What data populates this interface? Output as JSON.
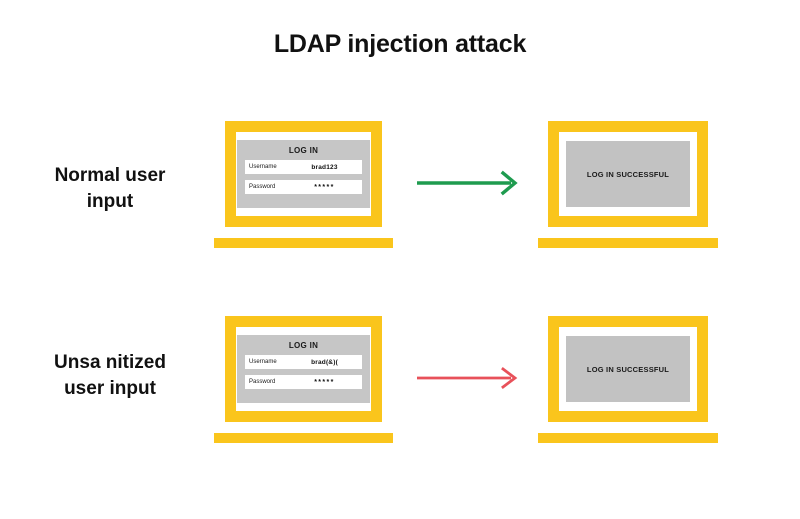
{
  "page": {
    "title": "LDAP injection attack",
    "background": "#ffffff"
  },
  "colors": {
    "laptop_yellow": "#FAC51C",
    "panel_gray": "#c6c6c6",
    "result_gray": "#c2c2c2",
    "arrow_green": "#1E9B4F",
    "arrow_red": "#E8515A",
    "text_dark": "#111111"
  },
  "rows": [
    {
      "label": "Normal user\ninput",
      "label_line1": "Normal user",
      "label_line2": "input",
      "form": {
        "heading": "LOG IN",
        "fields": [
          {
            "label": "Username",
            "value": "brad123",
            "masked": false
          },
          {
            "label": "Password",
            "value": "*****",
            "masked": true
          }
        ]
      },
      "arrow": {
        "name": "arrow-right-green",
        "color": "#1E9B4F"
      },
      "result": {
        "text": "LOG IN SUCCESSFUL"
      }
    },
    {
      "label": "Unsa nitized\nuser input",
      "label_line1": "Unsa nitized",
      "label_line2": "user input",
      "form": {
        "heading": "LOG IN",
        "fields": [
          {
            "label": "Username",
            "value": "brad(&)(",
            "masked": false
          },
          {
            "label": "Password",
            "value": "*****",
            "masked": true
          }
        ]
      },
      "arrow": {
        "name": "arrow-right-red",
        "color": "#E8515A"
      },
      "result": {
        "text": "LOG IN SUCCESSFUL"
      }
    }
  ]
}
